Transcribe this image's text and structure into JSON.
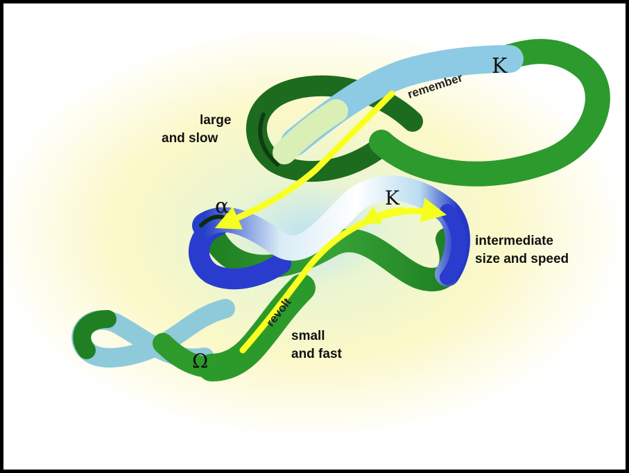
{
  "diagram": {
    "loops": {
      "large": {
        "label_line1": "large",
        "label_line2": "and slow"
      },
      "intermediate": {
        "label_line1": "intermediate",
        "label_line2": "size and speed"
      },
      "small": {
        "label_line1": "small",
        "label_line2": "and fast"
      }
    },
    "symbols": {
      "k_top": "K",
      "k_mid": "K",
      "alpha": "α",
      "omega": "Ω"
    },
    "arrows": {
      "remember": "remember",
      "revolt": "revolt"
    },
    "colors": {
      "green": "#2f9a2a",
      "dark_green": "#1d6b1f",
      "blue": "#2c3fd0",
      "light_blue": "#a9d8ef",
      "yellow": "#ffff33",
      "glow": "#fbf7c8"
    }
  }
}
